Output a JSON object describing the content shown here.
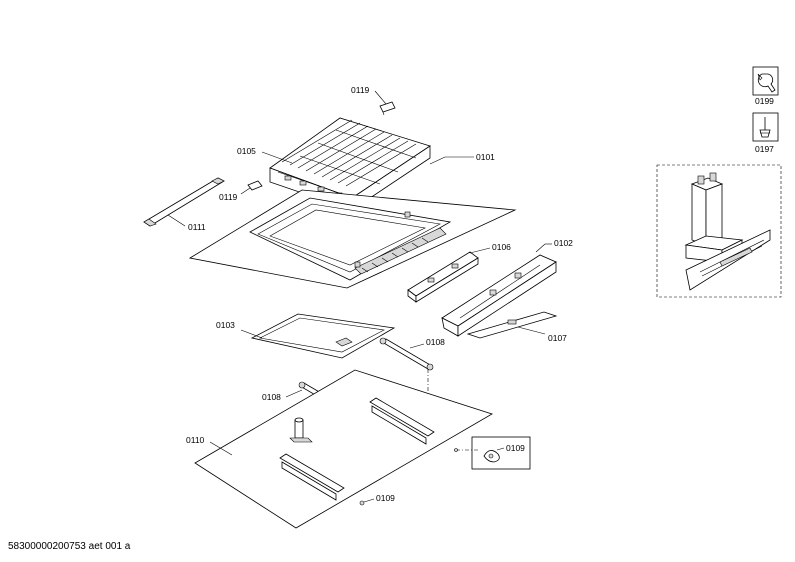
{
  "labels": {
    "p0119_top": "0119",
    "p0105": "0105",
    "p0101": "0101",
    "p0119_mid": "0119",
    "p0111": "0111",
    "p0106": "0106",
    "p0102": "0102",
    "p0103": "0103",
    "p0108_right": "0108",
    "p0107": "0107",
    "p0108_left": "0108",
    "p0110": "0110",
    "p0109_box": "0109",
    "p0109_bottom": "0109",
    "p0199": "0199",
    "p0197": "0197"
  },
  "footer": "58300000200753 aet 001 a"
}
